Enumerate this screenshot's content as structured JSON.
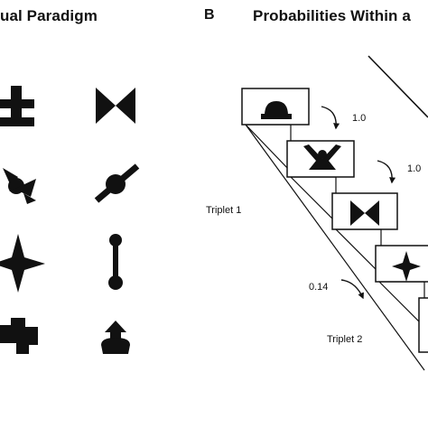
{
  "panel_a": {
    "title": "ual Paradigm",
    "shapes": [
      "cross-glyph-icon",
      "bowtie-icon",
      "satellite-glyph-icon",
      "slanted-barbell-icon",
      "four-point-star-icon",
      "vertical-barbell-icon",
      "block-cross-icon",
      "arrow-house-icon"
    ]
  },
  "panel_b": {
    "letter": "B",
    "title": "Probabilities Within a",
    "triplet_1": "Triplet 1",
    "triplet_2": "Triplet 2",
    "prob_1": "1.0",
    "prob_2": "1.0",
    "prob_3": "0.14"
  }
}
